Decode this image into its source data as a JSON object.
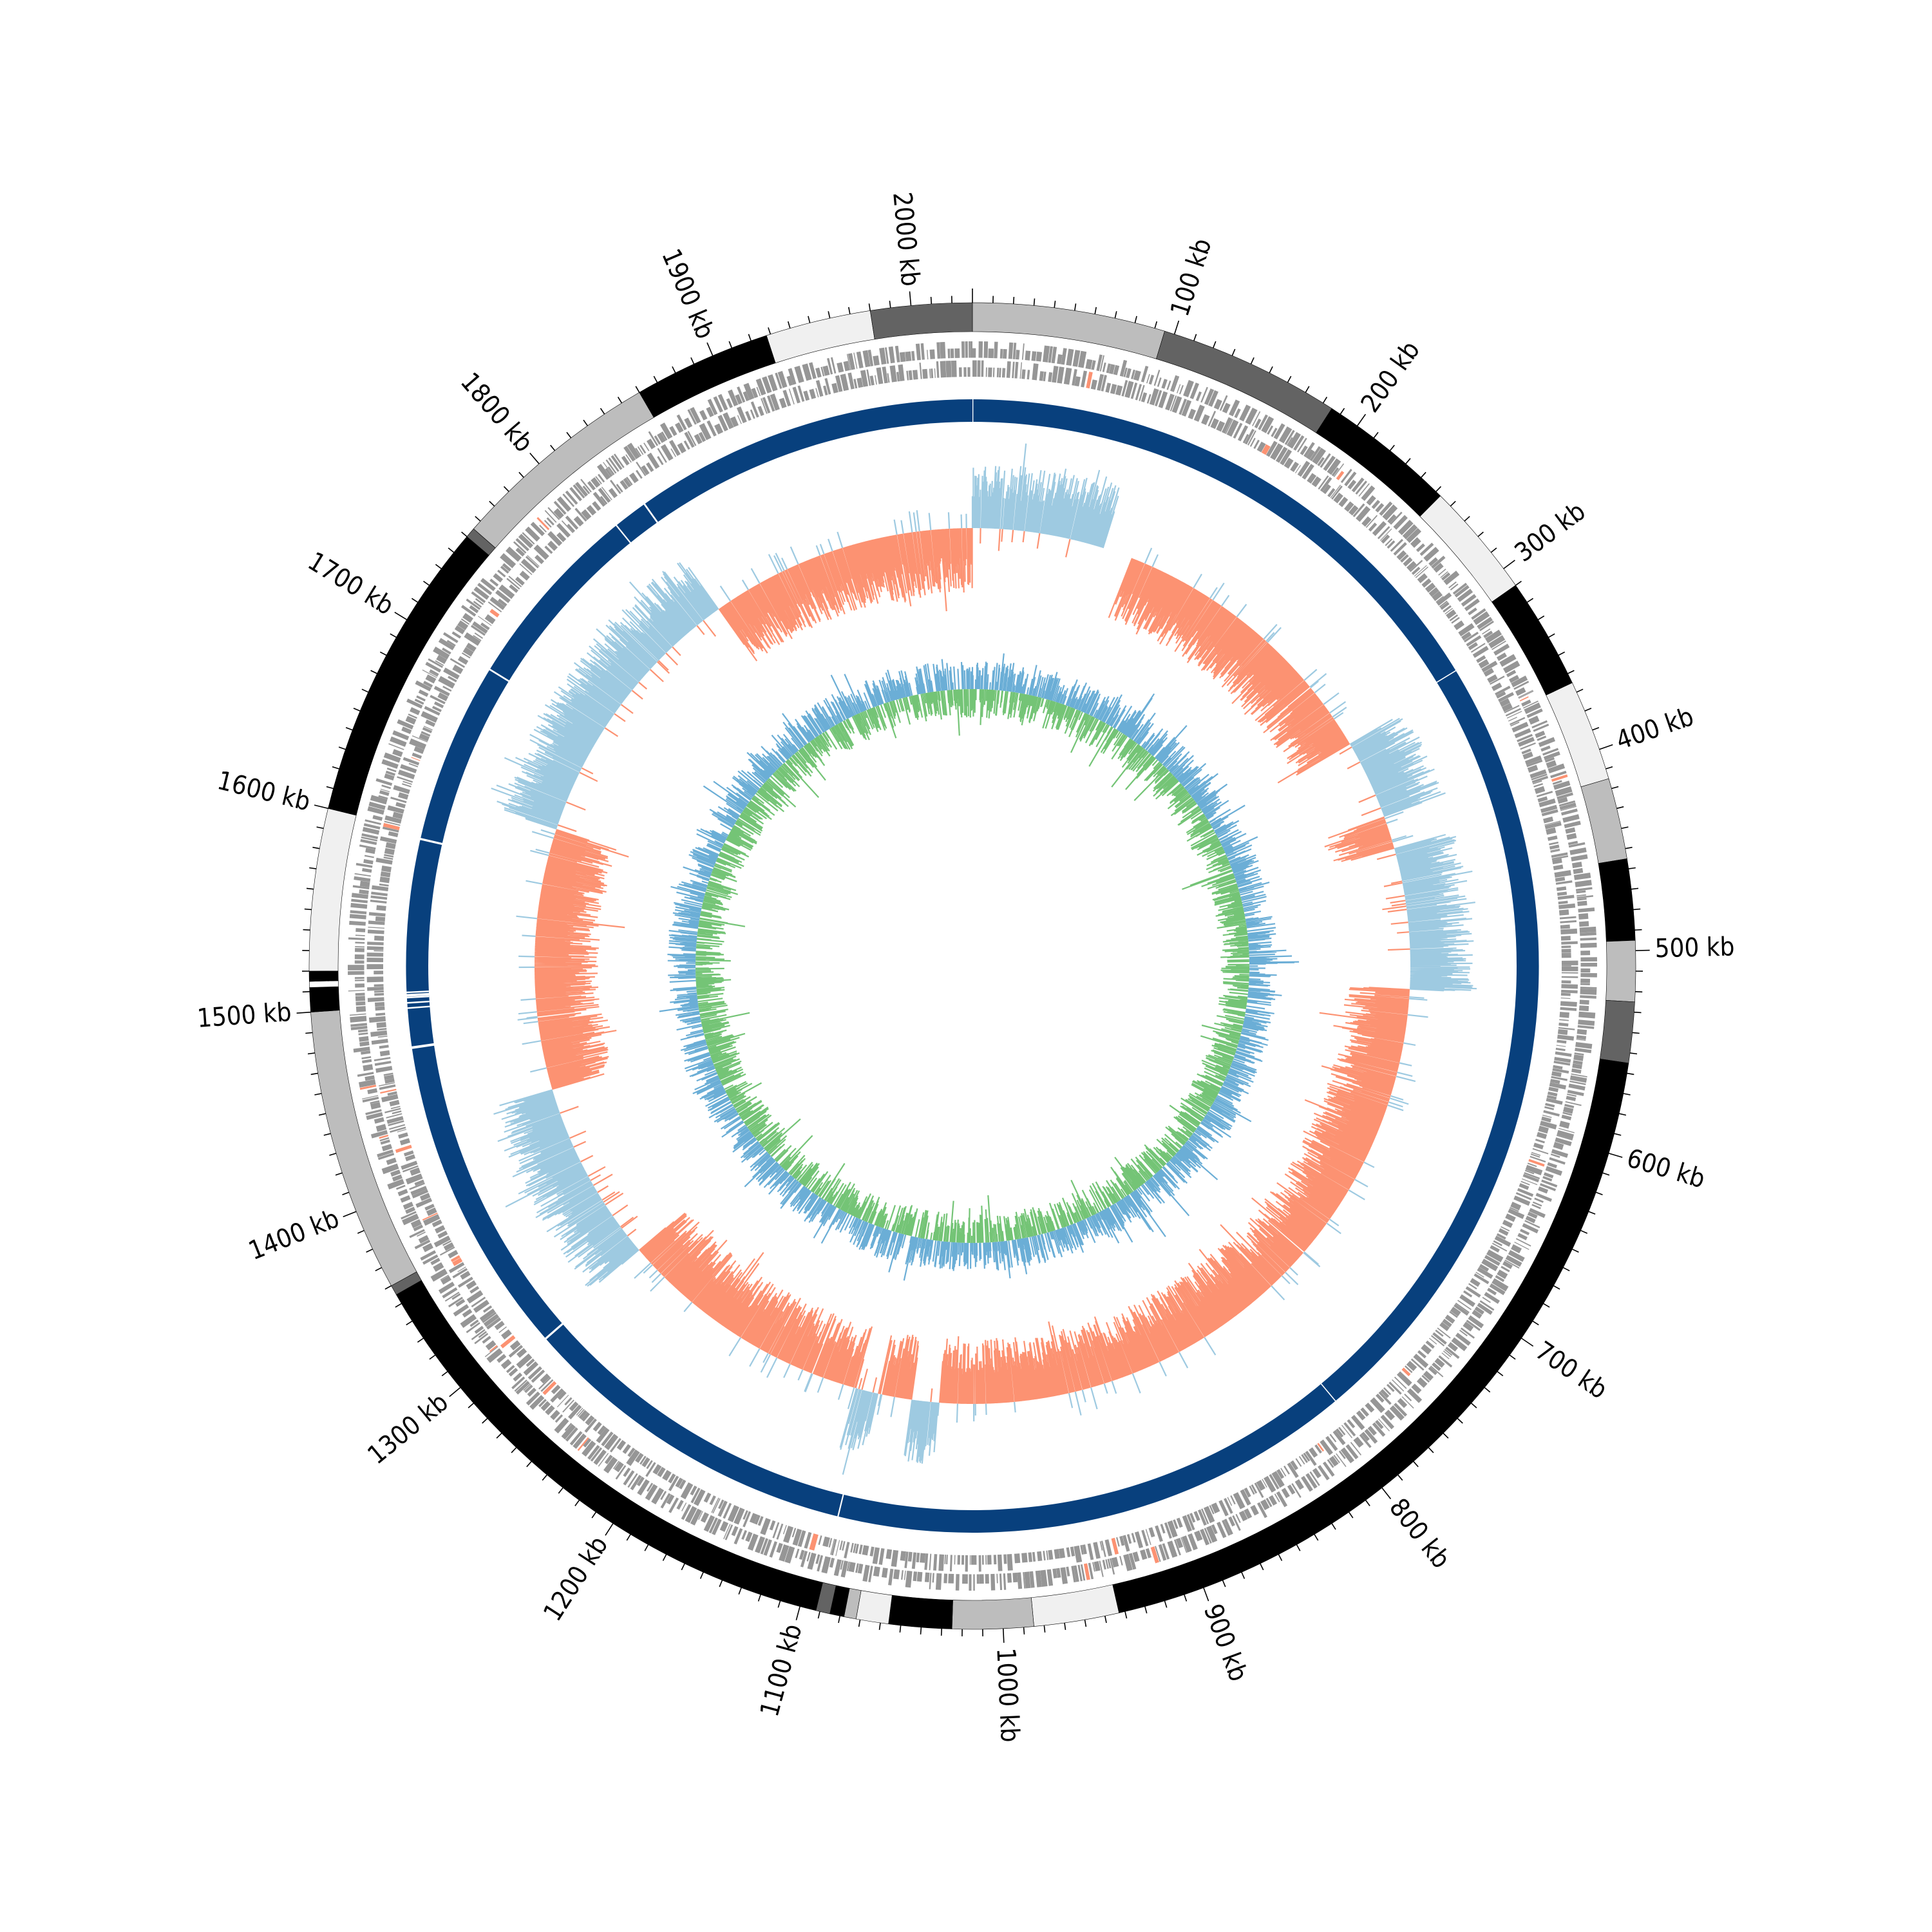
{
  "chart_data": {
    "type": "circos",
    "genome_length_kb": 2030,
    "tick_unit": "kb",
    "major_tick_interval_kb": 100,
    "minor_tick_interval_kb": 10,
    "tick_labels": [
      "100 kb",
      "200 kb",
      "300 kb",
      "400 kb",
      "500 kb",
      "600 kb",
      "700 kb",
      "800 kb",
      "900 kb",
      "1000 kb",
      "1100 kb",
      "1200 kb",
      "1300 kb",
      "1400 kb",
      "1500 kb",
      "1600 kb",
      "1700 kb",
      "1800 kb",
      "1900 kb",
      "2000 kb"
    ],
    "contigs": [
      {
        "start": 0,
        "end": 95,
        "color": "#bdbdbd"
      },
      {
        "start": 95,
        "end": 185,
        "color": "#636363"
      },
      {
        "start": 185,
        "end": 253,
        "color": "#000000"
      },
      {
        "start": 253,
        "end": 310,
        "color": "#f0f0f0"
      },
      {
        "start": 310,
        "end": 365,
        "color": "#000000"
      },
      {
        "start": 365,
        "end": 415,
        "color": "#f0f0f0"
      },
      {
        "start": 415,
        "end": 455,
        "color": "#bdbdbd"
      },
      {
        "start": 455,
        "end": 495,
        "color": "#000000"
      },
      {
        "start": 495,
        "end": 525,
        "color": "#bdbdbd"
      },
      {
        "start": 525,
        "end": 555,
        "color": "#636363"
      },
      {
        "start": 555,
        "end": 943,
        "color": "#000000"
      },
      {
        "start": 943,
        "end": 985,
        "color": "#f0f0f0"
      },
      {
        "start": 985,
        "end": 1025,
        "color": "#bdbdbd"
      },
      {
        "start": 1025,
        "end": 1056,
        "color": "#000000"
      },
      {
        "start": 1056,
        "end": 1072,
        "color": "#f0f0f0"
      },
      {
        "start": 1072,
        "end": 1078,
        "color": "#bdbdbd"
      },
      {
        "start": 1078,
        "end": 1085,
        "color": "#000000"
      },
      {
        "start": 1085,
        "end": 1092,
        "color": "#636363"
      },
      {
        "start": 1092,
        "end": 1355,
        "color": "#000000"
      },
      {
        "start": 1355,
        "end": 1360,
        "color": "#636363"
      },
      {
        "start": 1360,
        "end": 1500,
        "color": "#bdbdbd"
      },
      {
        "start": 1500,
        "end": 1512,
        "color": "#000000"
      },
      {
        "start": 1512,
        "end": 1515,
        "color": "#ffffff"
      },
      {
        "start": 1515,
        "end": 1520,
        "color": "#000000"
      },
      {
        "start": 1520,
        "end": 1600,
        "color": "#f0f0f0"
      },
      {
        "start": 1600,
        "end": 1750,
        "color": "#000000"
      },
      {
        "start": 1750,
        "end": 1755,
        "color": "#636363"
      },
      {
        "start": 1755,
        "end": 1860,
        "color": "#bdbdbd"
      },
      {
        "start": 1860,
        "end": 1928,
        "color": "#000000"
      },
      {
        "start": 1928,
        "end": 1980,
        "color": "#f0f0f0"
      },
      {
        "start": 1980,
        "end": 2030,
        "color": "#636363"
      }
    ],
    "skew_segments": [
      {
        "start": 0,
        "end": 98,
        "sign": "positive"
      },
      {
        "start": 98,
        "end": 120,
        "sign": "none"
      },
      {
        "start": 120,
        "end": 336,
        "sign": "negative"
      },
      {
        "start": 336,
        "end": 395,
        "sign": "positive"
      },
      {
        "start": 395,
        "end": 420,
        "sign": "negative"
      },
      {
        "start": 420,
        "end": 525,
        "sign": "positive"
      },
      {
        "start": 525,
        "end": 1040,
        "sign": "negative"
      },
      {
        "start": 1040,
        "end": 1060,
        "sign": "positive"
      },
      {
        "start": 1060,
        "end": 1085,
        "sign": "negative"
      },
      {
        "start": 1085,
        "end": 1102,
        "sign": "positive"
      },
      {
        "start": 1102,
        "end": 1295,
        "sign": "negative"
      },
      {
        "start": 1295,
        "end": 1430,
        "sign": "positive"
      },
      {
        "start": 1430,
        "end": 1625,
        "sign": "negative"
      },
      {
        "start": 1625,
        "end": 1830,
        "sign": "positive"
      },
      {
        "start": 1830,
        "end": 2030,
        "sign": "negative"
      }
    ],
    "rings": {
      "contig_ring": {
        "inner_r": 985,
        "outer_r": 1030
      },
      "gene_ring": {
        "inner_r": 915,
        "outer_r": 970
      },
      "feature_ring": {
        "inner_r": 845,
        "outer_r": 880,
        "color": "#08407d"
      },
      "skew_ring": {
        "baseline_r": 680,
        "max_extent": 110
      },
      "gc_ring": {
        "baseline_r": 430,
        "max_extent": 80
      }
    },
    "colors": {
      "positive_skew": "#9ecae1",
      "negative_skew": "#fc9272",
      "gc_up": "#6baed6",
      "gc_down": "#74c476",
      "gene": "#969696",
      "rna": "#fc9272",
      "feature": "#08407d",
      "ticks": "#000000"
    }
  }
}
